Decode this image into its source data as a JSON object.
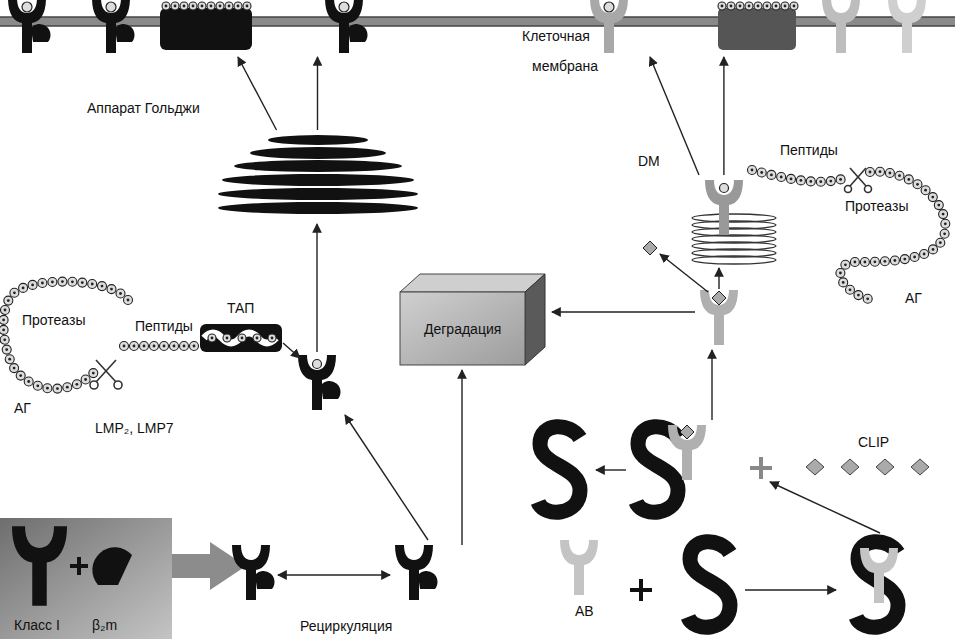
{
  "diagram": {
    "nodes": [
      {
        "text": [
          "Клеточная",
          "мембрана"
        ]
      },
      {
        "text": [
          "Аппарат Гольджи"
        ]
      },
      {
        "text": [
          "ТАП"
        ]
      },
      {
        "text": [
          "Деградация"
        ]
      },
      {
        "text": [
          "DM"
        ]
      }
    ],
    "edges": [
      {
        "from": 1,
        "to": 0,
        "arrow": "to"
      },
      {
        "from": 1,
        "to": 0,
        "arrow": "to"
      },
      {
        "from": 4,
        "to": 0,
        "arrow": "to"
      },
      {
        "from": 4,
        "to": 0,
        "arrow": "to"
      }
    ],
    "labels": [
      "Пептиды",
      "Протеазы",
      "АГ",
      "LMP₂, LMP7",
      "Пептиды",
      "Протеазы",
      "АГ",
      "CLIP",
      "АВ",
      "Класс I",
      "β₂m",
      "Рециркуляция"
    ]
  }
}
